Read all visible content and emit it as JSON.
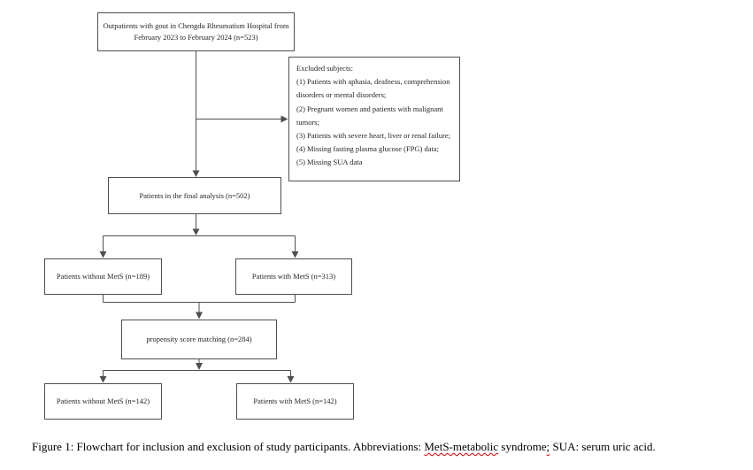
{
  "flowchart": {
    "top_box": "Outpatients with gout in Chengdu Rheumatism Hospital from February 2023 to February 2024 (n=523)",
    "excluded_box": {
      "title": "Excluded subjects:",
      "items": [
        "(1) Patients with aphasia, deafness, comprehension disorders or mental disorders;",
        "(2) Pregnant women and patients with malignant tumors;",
        "(3) Patients with severe heart, liver or renal failure;",
        "(4) Missing fasting plasma glucose (FPG) data;",
        "(5) Missing SUA data"
      ]
    },
    "final_analysis_box": "Patients in the final analysis (n=502)",
    "without_mets_box": "Patients without MetS (n=189)",
    "with_mets_box": "Patients with MetS (n=313)",
    "psm_box": "propensity score matching (n=284)",
    "without_mets_matched_box": "Patients without MetS (n=142)",
    "with_mets_matched_box": "Patients with MetS (n=142)"
  },
  "caption": {
    "prefix": "Figure 1: Flowchart for inclusion and exclusion of study participants. Abbreviations: ",
    "misspelled_term": "MetS-metabolic",
    "middle": " syndrome",
    "misspelled_punct": ";",
    "suffix": " SUA: serum uric acid."
  },
  "colors": {
    "line": "#4f4f4f",
    "text": "#262626",
    "spellcheck": "#e00000"
  }
}
